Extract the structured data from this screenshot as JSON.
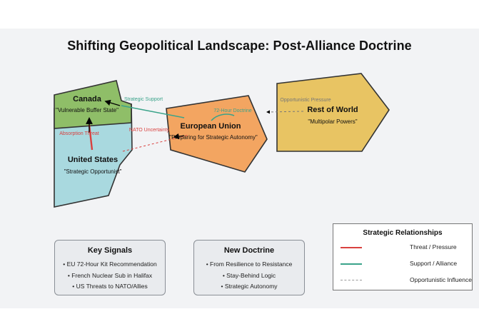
{
  "title": "Shifting Geopolitical Landscape: Post-Alliance Doctrine",
  "colors": {
    "canada_fill": "#8fbe68",
    "us_fill": "#a9d9df",
    "eu_fill": "#f3a561",
    "row_fill": "#e8c463",
    "threat": "#d9413f",
    "support": "#3aa38a",
    "opportunistic": "#777777",
    "outline": "#333333"
  },
  "nodes": {
    "canada": {
      "name": "Canada",
      "subtitle": "\"Vulnerable Buffer State\""
    },
    "us": {
      "name": "United States",
      "subtitle": "\"Strategic Opportunist\""
    },
    "eu": {
      "name": "European Union",
      "subtitle": "\"Preparing for Strategic Autonomy\""
    },
    "row": {
      "name": "Rest of World",
      "subtitle": "\"Multipolar Powers\""
    }
  },
  "edges": {
    "strategic_support": "Strategic Support",
    "opportunistic_pressure": "Opportunistic Pressure",
    "doctrine_72h": "72-Hour Doctrine",
    "nato_uncertainty": "NATO Uncertainty",
    "absorption_threat": "Absorption Threat"
  },
  "key_signals": {
    "title": "Key Signals",
    "items": [
      "EU 72-Hour Kit Recommendation",
      "French Nuclear Sub in Halifax",
      "US Threats to NATO/Allies"
    ]
  },
  "new_doctrine": {
    "title": "New Doctrine",
    "items": [
      "From Resilience to Resistance",
      "Stay-Behind Logic",
      "Strategic Autonomy"
    ]
  },
  "legend": {
    "title": "Strategic Relationships",
    "items": [
      {
        "label": "Threat / Pressure",
        "color": "#d9413f",
        "style": "solid"
      },
      {
        "label": "Support / Alliance",
        "color": "#3aa38a",
        "style": "solid"
      },
      {
        "label": "Opportunistic Influence",
        "color": "#999999",
        "style": "dashed"
      }
    ]
  }
}
